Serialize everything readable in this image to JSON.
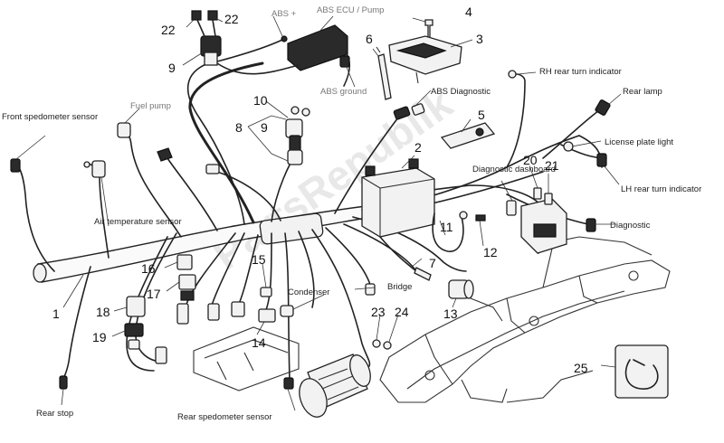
{
  "watermark": "PartsRepublik",
  "labels": {
    "front_speedometer_sensor": "Front spedometer sensor",
    "fuel_pump": "Fuel pump",
    "air_temperature_sensor": "Air temperature sensor",
    "rear_stop": "Rear stop",
    "rear_speedometer_sensor": "Rear spedometer sensor",
    "condenser": "Condenser",
    "bridge": "Bridge",
    "abs_plus": "ABS +",
    "abs_ecu_pump": "ABS ECU / Pump",
    "abs_ground": "ABS ground",
    "abs_diagnostic": "ABS Diagnostic",
    "rh_rear_turn_indicator": "RH rear turn indicator",
    "rear_lamp": "Rear lamp",
    "license_plate_light": "License plate light",
    "lh_rear_turn_indicator": "LH rear turn indicator",
    "diagnostic_dashboard": "Diagnostic dashboard",
    "diagnostic": "Diagnostic"
  },
  "callouts": {
    "n1": "1",
    "n2": "2",
    "n3": "3",
    "n4": "4",
    "n5": "5",
    "n6": "6",
    "n7": "7",
    "n8": "8",
    "n9a": "9",
    "n9b": "9",
    "n10": "10",
    "n11": "11",
    "n12": "12",
    "n13": "13",
    "n14": "14",
    "n15": "15",
    "n16": "16",
    "n17": "17",
    "n18": "18",
    "n19": "19",
    "n20": "20",
    "n21": "21",
    "n22a": "22",
    "n22b": "22",
    "n23": "23",
    "n24": "24",
    "n25": "25"
  }
}
